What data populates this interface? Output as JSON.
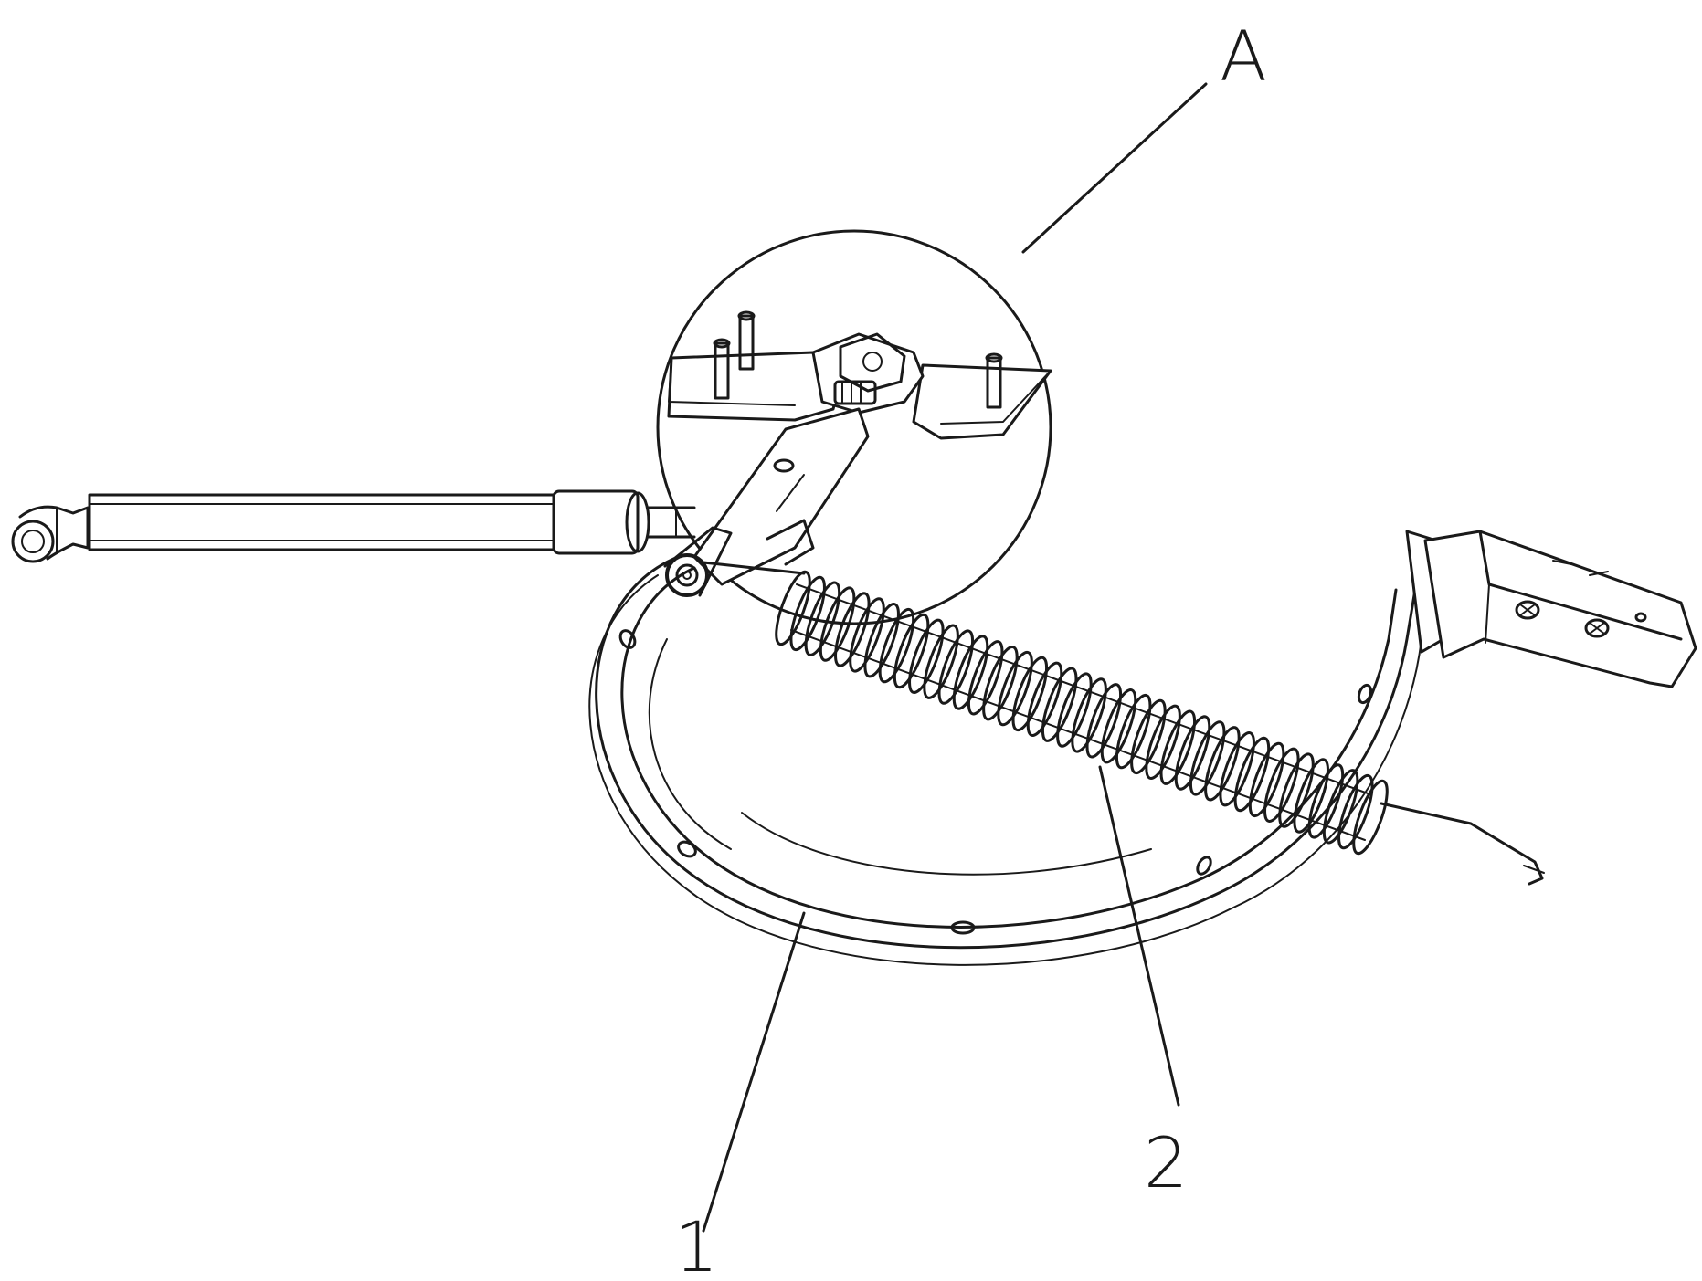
{
  "figure": {
    "labels": {
      "detail": "A",
      "part_1": "1",
      "part_2": "2"
    },
    "line_color": "#1a1a1a",
    "background": "#ffffff"
  }
}
